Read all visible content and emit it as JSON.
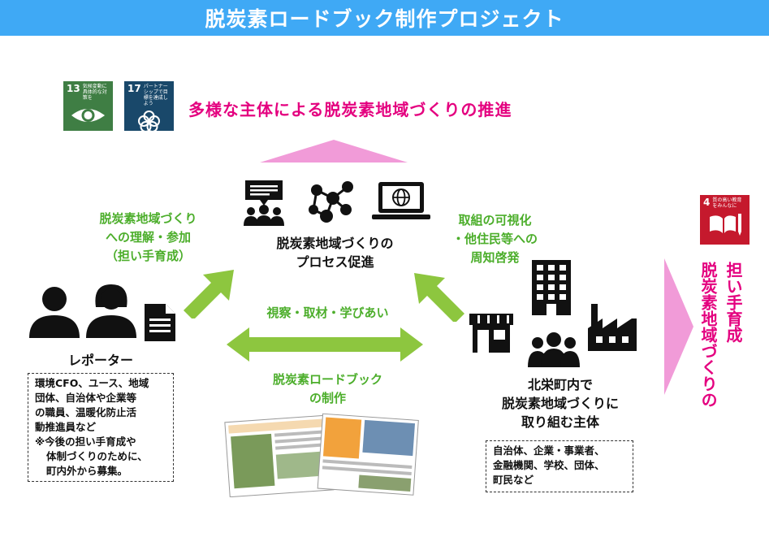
{
  "banner": {
    "title": "脱炭素ロードブック制作プロジェクト"
  },
  "sdgs": {
    "goal13": {
      "number": "13",
      "text": "気候変動に具体的な対策を"
    },
    "goal17": {
      "number": "17",
      "text": "パートナーシップで目標を達成しよう"
    },
    "goal4": {
      "number": "4",
      "text": "質の高い教育をみんなに"
    }
  },
  "headline": "多様な主体による脱炭素地域づくりの推進",
  "center": {
    "line1": "脱炭素地域づくりの",
    "line2": "プロセス促進"
  },
  "left_green": {
    "line1": "脱炭素地域づくり",
    "line2": "への理解・参加",
    "line3": "（担い手育成）"
  },
  "right_green": {
    "line1": "取組の可視化",
    "line2": "・他住民等への",
    "line3": "周知啓発"
  },
  "middle_green": {
    "exchange": "視察・取材・学びあい",
    "make1": "脱炭素ロードブック",
    "make2": "の制作"
  },
  "reporter": {
    "label": "レポーター",
    "box": {
      "l1": "環境CFO、ユース、地域",
      "l2": "団体、自治体や企業等",
      "l3": "の職員、温暖化防止活",
      "l4": "動推進員など",
      "l5": "※今後の担い手育成や",
      "l6": "体制づくりのために、",
      "l7": "町内外から募集。"
    }
  },
  "actors": {
    "line1": "北栄町内で",
    "line2": "脱炭素地域づくりに",
    "line3": "取り組む主体",
    "box": {
      "l1": "自治体、企業・事業者、",
      "l2": "金融機関、学校、団体、",
      "l3": "町民など"
    }
  },
  "vertical": {
    "col1": "担い手育成",
    "col2": "脱炭素地域づくりの"
  },
  "colors": {
    "banner": "#3fa9f5",
    "pink": "#e4007f",
    "green": "#8dc63f",
    "sdg13": "#3f7e44",
    "sdg17": "#19486a",
    "sdg4": "#c5192d"
  }
}
